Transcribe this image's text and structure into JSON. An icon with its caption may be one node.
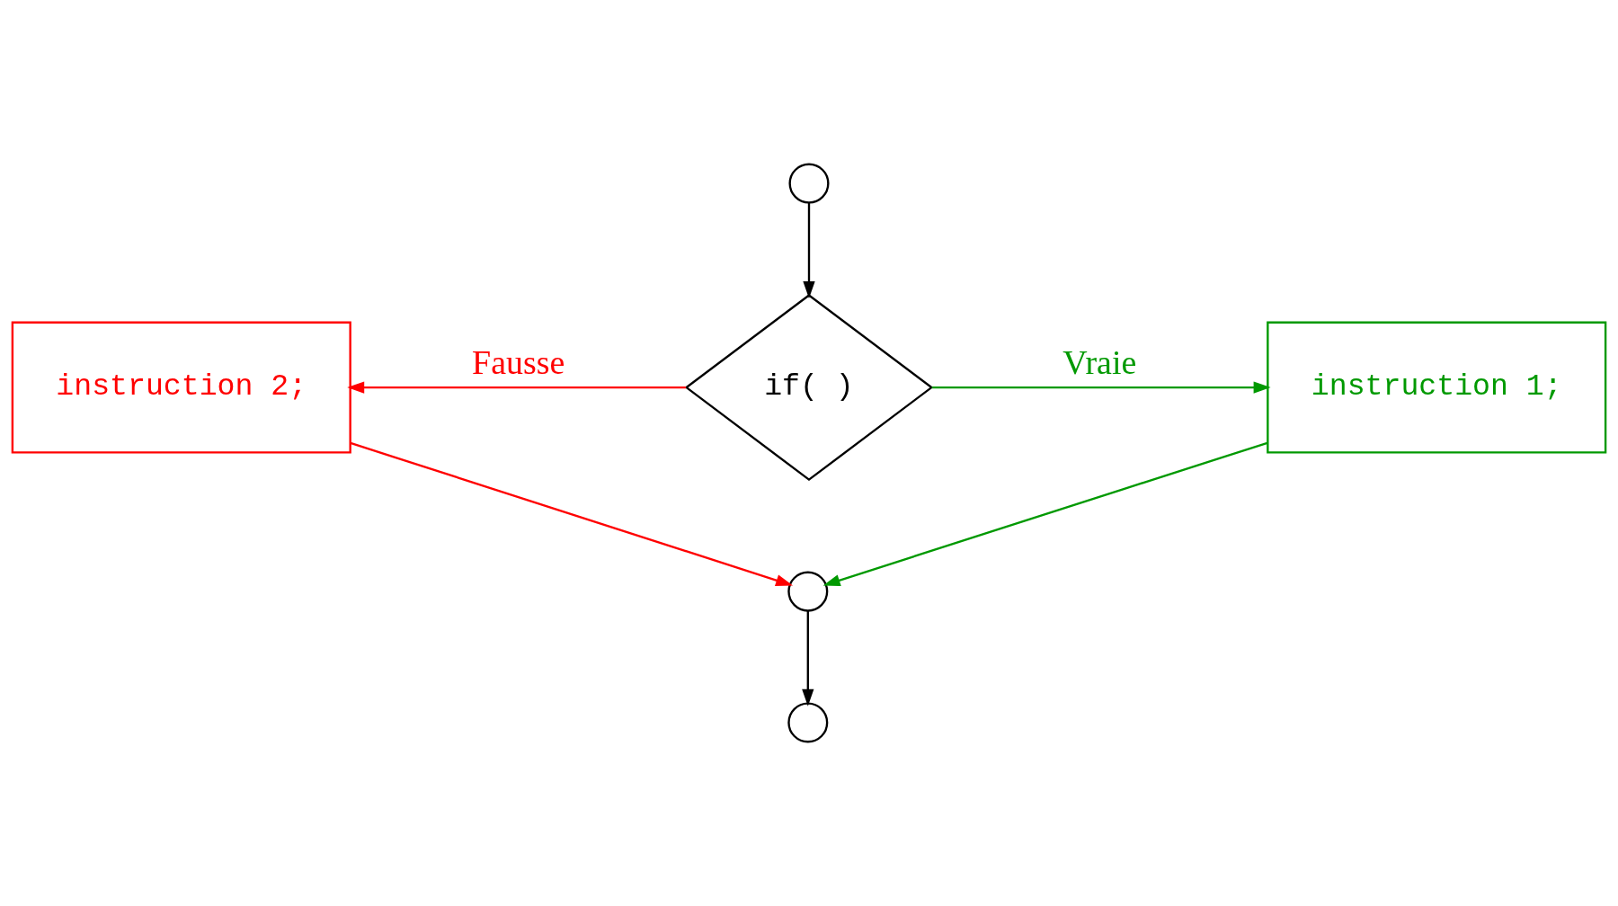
{
  "diagram": {
    "nodes": [
      {
        "text": [],
        "shape": "circle"
      },
      {
        "text": [
          "if( )"
        ]
      },
      {
        "text": [
          "instruction 2;"
        ]
      },
      {
        "text": [
          "instruction 1;"
        ]
      },
      {
        "text": [],
        "shape": "circle"
      },
      {
        "text": [],
        "shape": "circle"
      }
    ],
    "edges": [
      {
        "from": 0,
        "to": 1,
        "arrow": "to"
      },
      {
        "from": 1,
        "to": 2,
        "arrow": "to",
        "label": "Fausse",
        "color": "#ff0000"
      },
      {
        "from": 1,
        "to": 3,
        "arrow": "to",
        "label": "Vraie",
        "color": "#009900"
      },
      {
        "from": 2,
        "to": 4,
        "arrow": "to",
        "color": "#ff0000"
      },
      {
        "from": 3,
        "to": 4,
        "arrow": "to",
        "color": "#009900"
      },
      {
        "from": 4,
        "to": 5,
        "arrow": "to"
      }
    ]
  }
}
